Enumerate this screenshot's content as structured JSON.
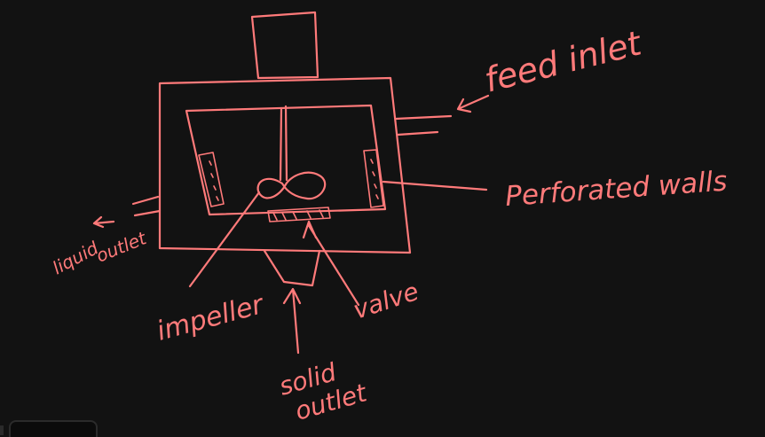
{
  "labels": {
    "feed_inlet": "feed inlet",
    "perforated_walls": "Perforated walls",
    "liquid_outlet_line1": "liquid",
    "liquid_outlet_line2": "outlet",
    "impeller": "impeller",
    "valve": "valve",
    "solid_outlet_line1": "solid",
    "solid_outlet_line2": "outlet"
  },
  "colors": {
    "background": "#121212",
    "ink": "#ff7a7a"
  }
}
